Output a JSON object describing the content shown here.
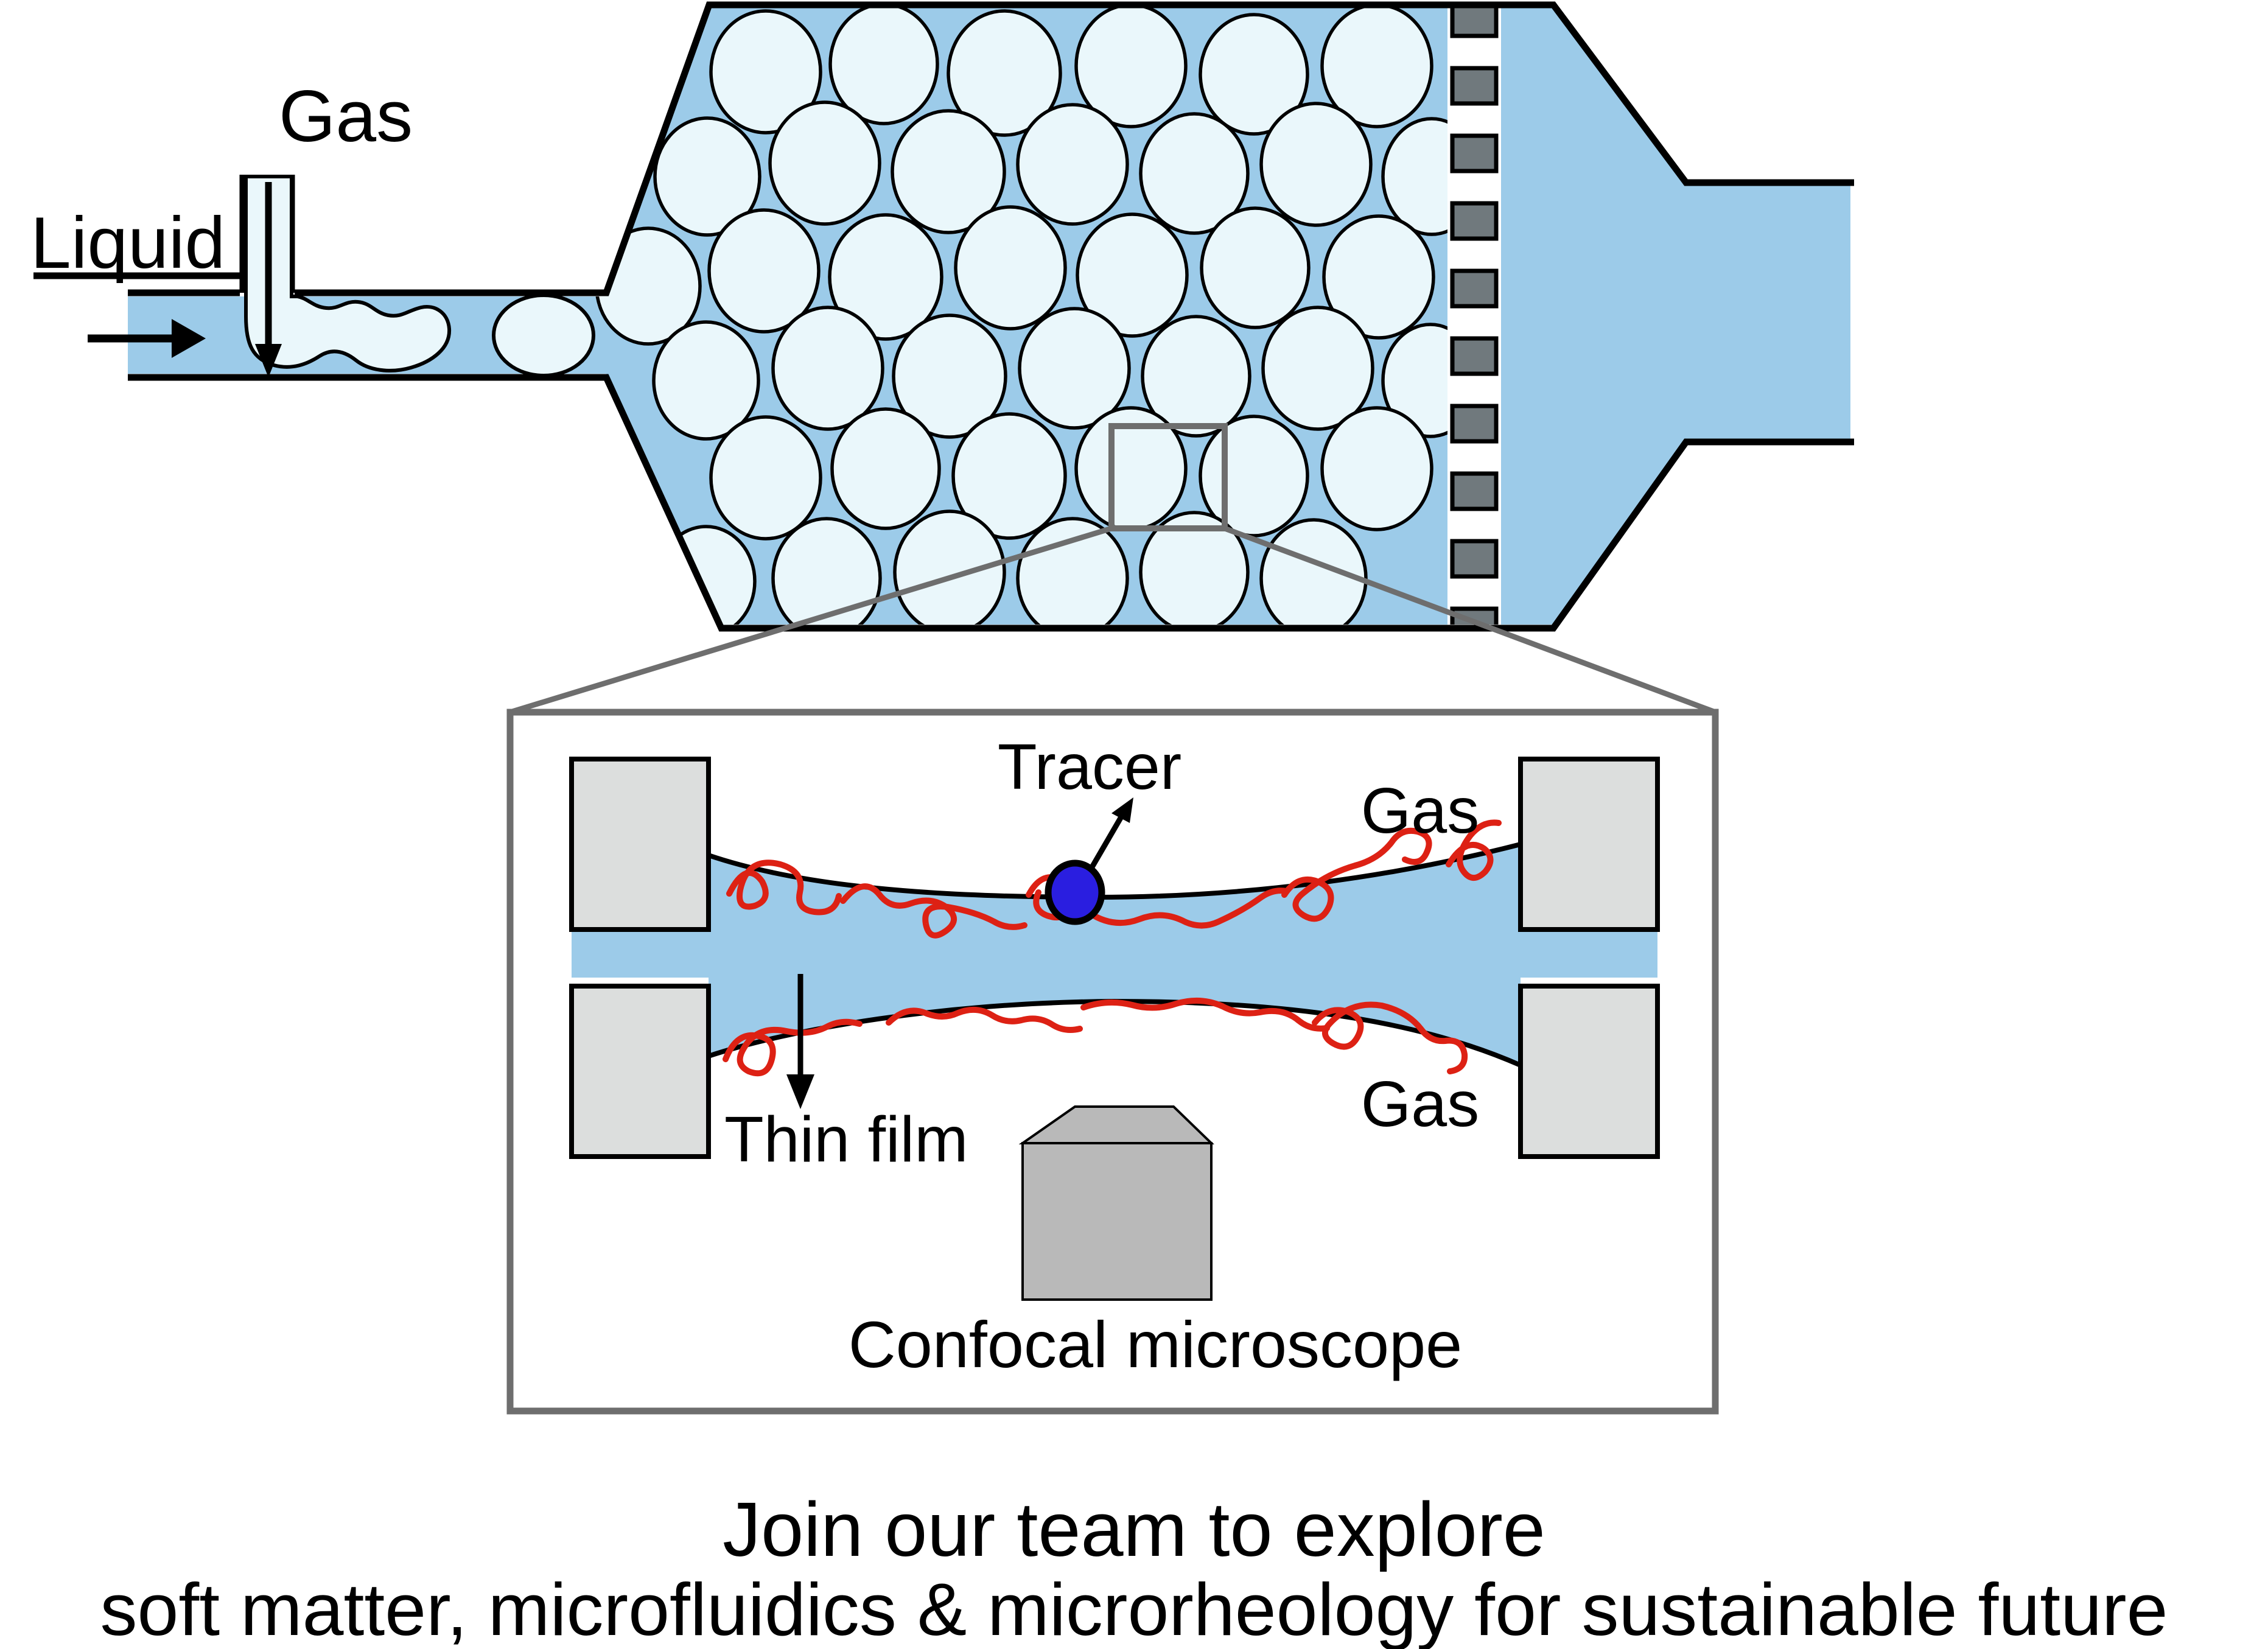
{
  "device": {
    "gas_inlet_label": "Gas",
    "liquid_inlet_label": "Liquid"
  },
  "inset": {
    "tracer_label": "Tracer",
    "gas_top_label": "Gas",
    "gas_bottom_label": "Gas",
    "thin_film_label": "Thin film",
    "microscope_label": "Confocal microscope"
  },
  "footer": {
    "line1": "Join our team to explore",
    "line2": "soft matter, microfluidics & microrheology for sustainable future"
  },
  "colors": {
    "liquid_blue": "#9ccbe9",
    "bubble_fill": "#eaf7fb",
    "pillar_dark": "#70797d",
    "pillar_light": "#dcdedd",
    "microscope_gray": "#b9b9b9",
    "tracer_blue": "#2a1ee0",
    "polymer_red": "#dd2114",
    "annotation_gray": "#6e6e6e",
    "outline_black": "#000000",
    "background": "#ffffff"
  }
}
